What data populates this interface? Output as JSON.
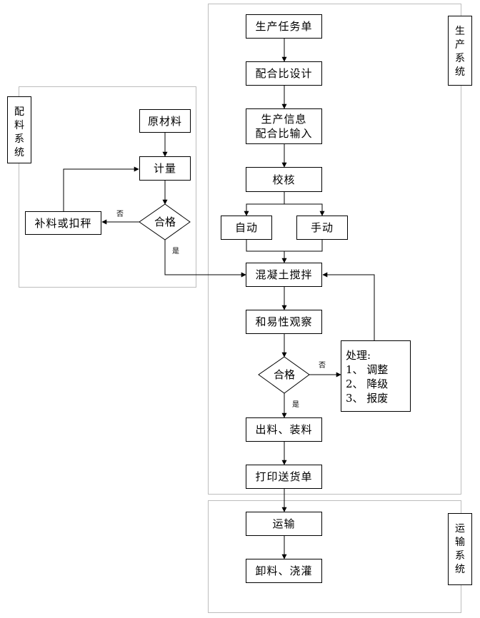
{
  "systems": {
    "production": [
      "生",
      "产",
      "系",
      "统"
    ],
    "batching": [
      "配",
      "料",
      "系",
      "统"
    ],
    "transport": [
      "运",
      "输",
      "系",
      "统"
    ]
  },
  "nodes": {
    "task_order": "生产任务单",
    "mix_design": "配合比设计",
    "info_input_line1": "生产信息",
    "info_input_line2": "配合比输入",
    "check": "校核",
    "auto": "自动",
    "manual": "手动",
    "mixing": "混凝土搅拌",
    "workability": "和易性观察",
    "qualified": "合格",
    "discharge": "出料、装料",
    "print_note": "打印送货单",
    "transport": "运输",
    "unload": "卸料、浇灌",
    "raw_material": "原材料",
    "metering": "计量",
    "batch_qualified": "合格",
    "adjust_material": "补料或扣秤",
    "handling_title": "处理:",
    "handling_items": [
      "1、 调整",
      "2、 降级",
      "3、 报废"
    ]
  },
  "edge_labels": {
    "no": "否",
    "yes": "是"
  }
}
